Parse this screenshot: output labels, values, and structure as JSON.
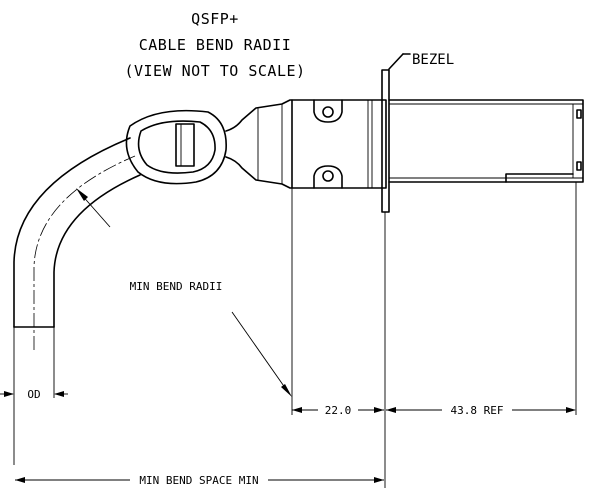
{
  "title": {
    "line1": "QSFP+",
    "line2": "CABLE BEND RADII",
    "line3": "(VIEW NOT TO SCALE)"
  },
  "labels": {
    "bezel": "BEZEL",
    "min_bend_radii": "MIN BEND RADII",
    "od": "OD",
    "dim_22": "22.0",
    "dim_43_8": "43.8 REF",
    "min_bend_space": "MIN BEND SPACE MIN"
  }
}
